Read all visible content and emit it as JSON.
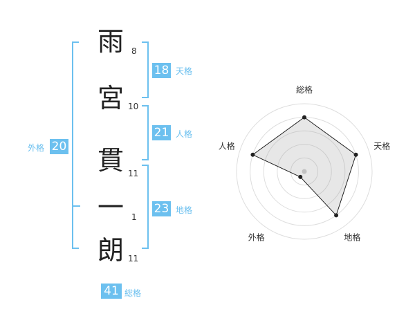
{
  "name": {
    "chars": [
      {
        "char": "雨",
        "strokes": "8"
      },
      {
        "char": "宮",
        "strokes": "10"
      },
      {
        "char": "貫",
        "strokes": "11"
      },
      {
        "char": "一",
        "strokes": "1"
      },
      {
        "char": "朗",
        "strokes": "11"
      }
    ]
  },
  "kaku": {
    "tenkaku": {
      "value": "18",
      "label": "天格"
    },
    "jinkaku": {
      "value": "21",
      "label": "人格"
    },
    "chikaku": {
      "value": "23",
      "label": "地格"
    },
    "gaikaku": {
      "value": "20",
      "label": "外格"
    },
    "soukaku": {
      "value": "41",
      "label": "総格"
    }
  },
  "colors": {
    "accent": "#6cc0ef",
    "line": "#222222",
    "ring": "#dddddd"
  },
  "chart_data": {
    "type": "radar",
    "axes": [
      "総格",
      "天格",
      "地格",
      "外格",
      "人格"
    ],
    "values": [
      4,
      4,
      4,
      0.5,
      4
    ],
    "max": 5
  }
}
